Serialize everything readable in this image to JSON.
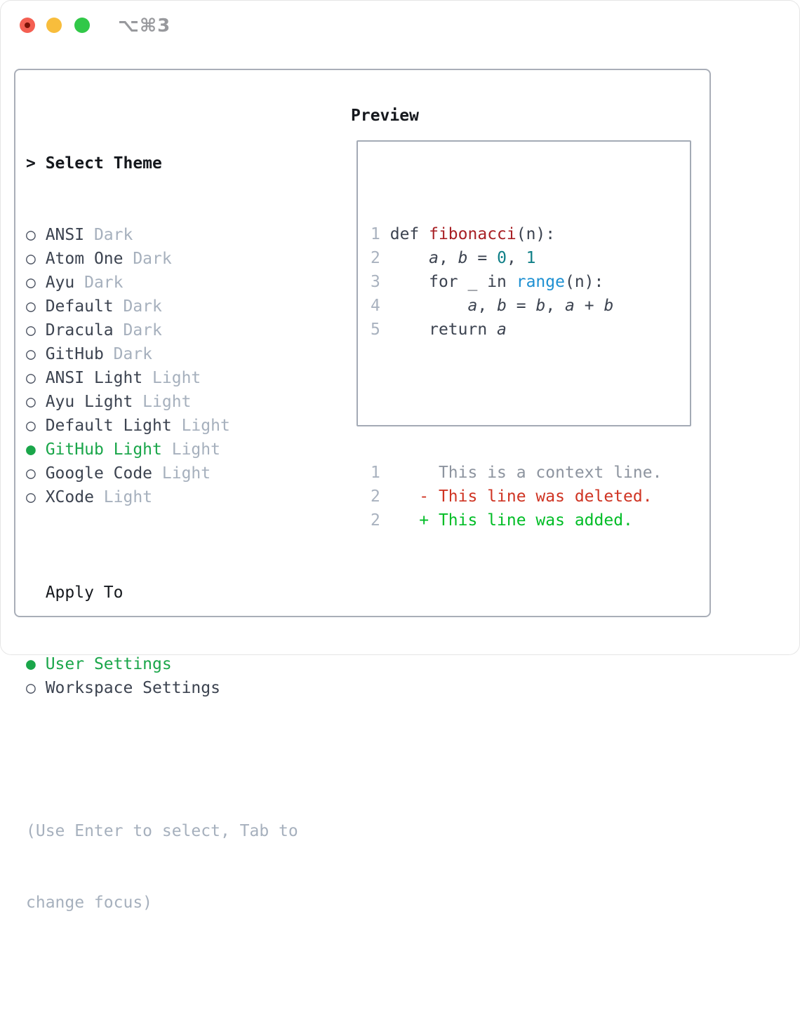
{
  "window": {
    "title": "⌥⌘3"
  },
  "glyphs": {
    "header_marker": ">",
    "bullet": "○",
    "selected_bullet": "●"
  },
  "theme_panel": {
    "header": {
      "marker": ">",
      "label": "Select Theme"
    },
    "themes": [
      {
        "name": "ANSI",
        "variant": "Dark",
        "selected": false
      },
      {
        "name": "Atom One",
        "variant": "Dark",
        "selected": false
      },
      {
        "name": "Ayu",
        "variant": "Dark",
        "selected": false
      },
      {
        "name": "Default",
        "variant": "Dark",
        "selected": false
      },
      {
        "name": "Dracula",
        "variant": "Dark",
        "selected": false
      },
      {
        "name": "GitHub",
        "variant": "Dark",
        "selected": false
      },
      {
        "name": "ANSI Light",
        "variant": "Light",
        "selected": false
      },
      {
        "name": "Ayu Light",
        "variant": "Light",
        "selected": false
      },
      {
        "name": "Default Light",
        "variant": "Light",
        "selected": false
      },
      {
        "name": "GitHub Light",
        "variant": "Light",
        "selected": true
      },
      {
        "name": "Google Code",
        "variant": "Light",
        "selected": false
      },
      {
        "name": "XCode",
        "variant": "Light",
        "selected": false
      }
    ],
    "apply_to": {
      "label": "Apply To",
      "options": [
        {
          "name": "User Settings",
          "selected": true
        },
        {
          "name": "Workspace Settings",
          "selected": false
        }
      ]
    },
    "help": [
      "(Use Enter to select, Tab to",
      "change focus)"
    ]
  },
  "preview": {
    "title": "Preview",
    "code_lines": [
      {
        "num": "1",
        "segments": [
          {
            "t": "def ",
            "c": "code"
          },
          {
            "t": "fibonacci",
            "c": "func"
          },
          {
            "t": "(n):",
            "c": "code"
          }
        ]
      },
      {
        "num": "2",
        "segments": [
          {
            "t": "    ",
            "c": "code"
          },
          {
            "t": "a",
            "c": "var"
          },
          {
            "t": ", ",
            "c": "code"
          },
          {
            "t": "b",
            "c": "var"
          },
          {
            "t": " = ",
            "c": "code"
          },
          {
            "t": "0",
            "c": "numlit"
          },
          {
            "t": ", ",
            "c": "code"
          },
          {
            "t": "1",
            "c": "numlit"
          }
        ]
      },
      {
        "num": "3",
        "segments": [
          {
            "t": "    for _ in ",
            "c": "code"
          },
          {
            "t": "range",
            "c": "builtin"
          },
          {
            "t": "(n):",
            "c": "code"
          }
        ]
      },
      {
        "num": "4",
        "segments": [
          {
            "t": "        ",
            "c": "code"
          },
          {
            "t": "a",
            "c": "var"
          },
          {
            "t": ", ",
            "c": "code"
          },
          {
            "t": "b",
            "c": "var"
          },
          {
            "t": " = ",
            "c": "code"
          },
          {
            "t": "b",
            "c": "var"
          },
          {
            "t": ", ",
            "c": "code"
          },
          {
            "t": "a",
            "c": "var"
          },
          {
            "t": " + ",
            "c": "code"
          },
          {
            "t": "b",
            "c": "var"
          }
        ]
      },
      {
        "num": "5",
        "segments": [
          {
            "t": "    return ",
            "c": "code"
          },
          {
            "t": "a",
            "c": "var"
          }
        ]
      }
    ],
    "diff_lines": [
      {
        "num": "1",
        "pre": "      ",
        "marker": "",
        "text": "This is a context line.",
        "kind": "context"
      },
      {
        "num": "2",
        "pre": "    ",
        "marker": "- ",
        "text": "This line was deleted.",
        "kind": "deleted"
      },
      {
        "num": "2",
        "pre": "    ",
        "marker": "+ ",
        "text": "This line was added.",
        "kind": "added"
      }
    ]
  },
  "colors": {
    "traffic_red": "#f45f52",
    "traffic_red_dot": "#7c1206",
    "traffic_yellow": "#f8bd3c",
    "traffic_green": "#31c848",
    "title_gray": "#98999d",
    "panel_border": "#a9aeb8",
    "box_border": "#a3aab5",
    "text_black": "#15181d",
    "text_dark": "#3c4350",
    "text_muted": "#a6b0bd",
    "radio_gray": "#4a5160",
    "accent_green": "#1aa64a",
    "lnum_gray": "#a9b2bf",
    "func_red": "#a82025",
    "num_teal": "#0f7f87",
    "builtin_blue": "#1e90d2",
    "context_gray": "#8d949f",
    "diff_red": "#cf3423",
    "diff_green": "#00bd26"
  }
}
